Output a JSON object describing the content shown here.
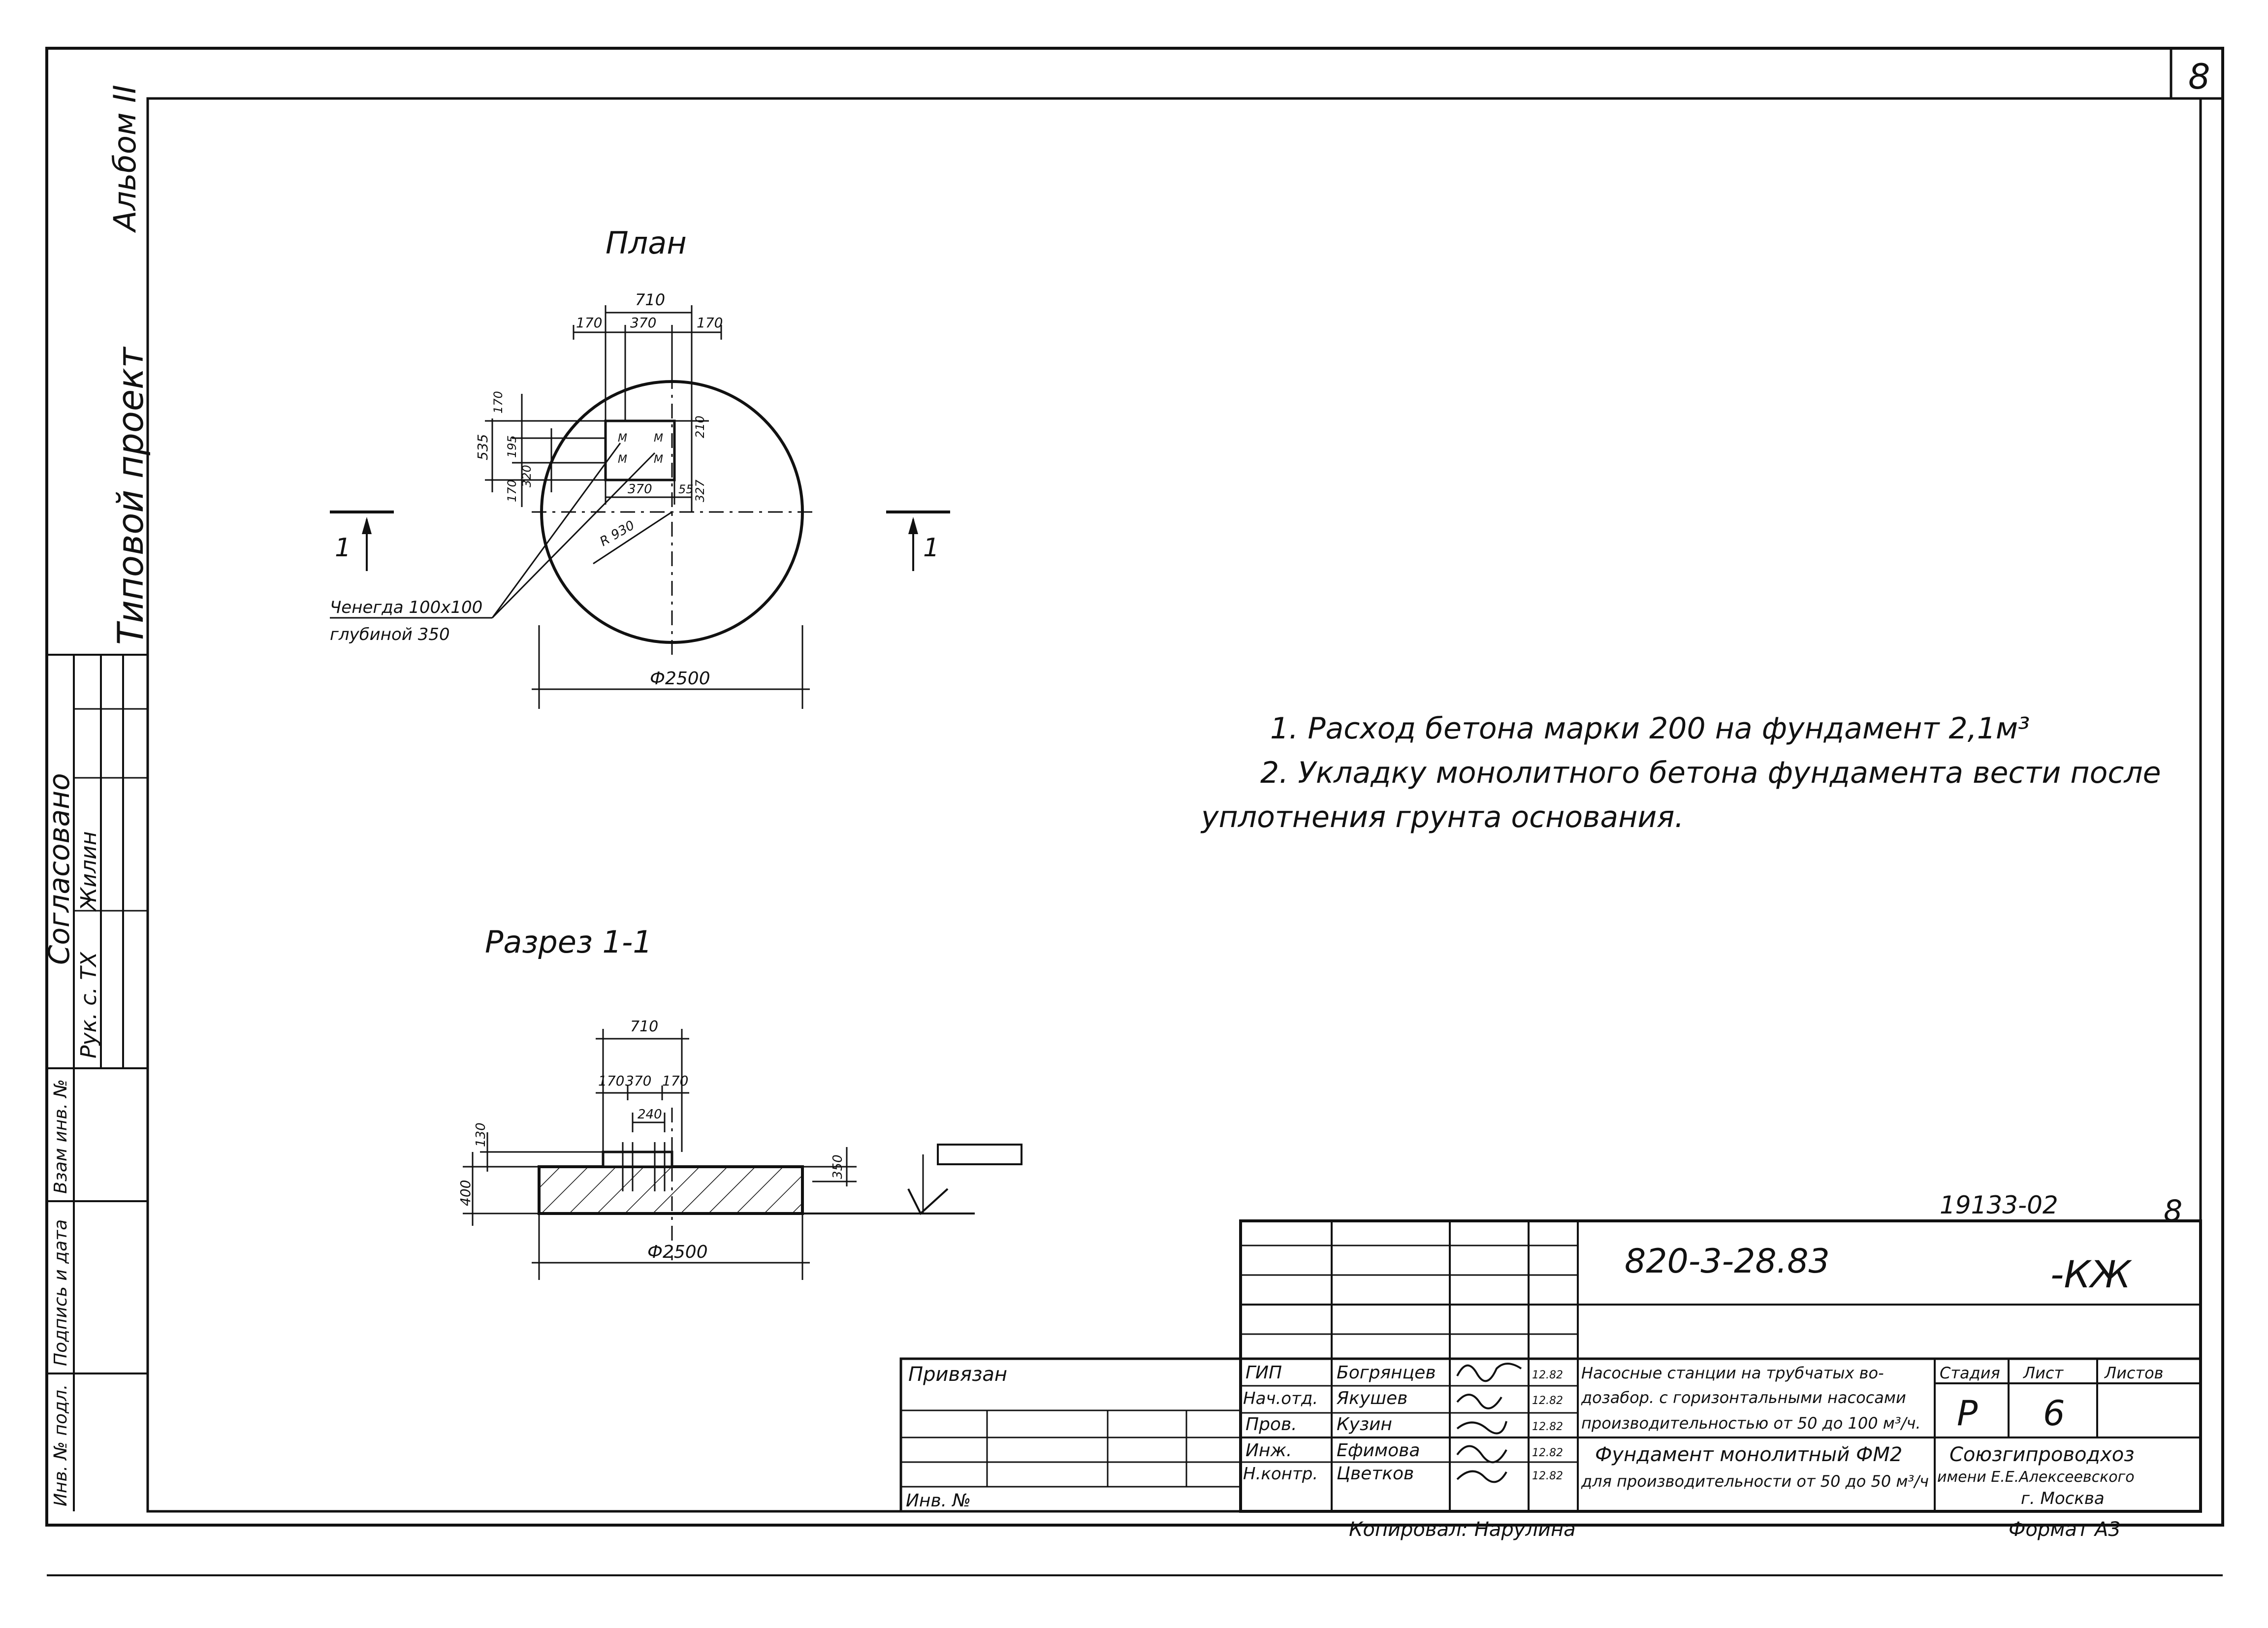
{
  "sheet": {
    "number": "8",
    "format": "Формат А3",
    "copied_by": "Копировал: Нарулина"
  },
  "margin": {
    "album": "Альбом II",
    "project": "Типовой проект",
    "agreed": "Согласовано",
    "agreed_role": "Рук. с. ТХ",
    "agreed_name": "Жилин",
    "inv_no_orig": "Инв. № подл.",
    "sign_date": "Подпись и дата",
    "inv_no_repl": "Взам инв. №"
  },
  "plan": {
    "title": "План",
    "dims": {
      "top_total": "710",
      "top_left": "170",
      "top_mid": "370",
      "top_right": "170",
      "left_535": "535",
      "left_170a": "170",
      "left_195": "195",
      "left_170b": "170",
      "left_320": "320",
      "right_210": "210",
      "right_327": "327",
      "bottom_370": "370",
      "bottom_55": "55",
      "radius": "R 930",
      "diameter": "Ф2500"
    },
    "bolt_labels": [
      "M",
      "M",
      "M",
      "M"
    ],
    "cut_label": "1",
    "callout": [
      "Ченегда 100х100",
      "глубиной 350"
    ]
  },
  "section": {
    "title": "Разрез 1-1",
    "dims": {
      "total": "710",
      "left": "170",
      "mid": "370",
      "right": "170",
      "bolt": "240",
      "h400": "400",
      "h130": "130",
      "h350": "350",
      "diameter": "Ф2500"
    }
  },
  "notes": [
    "1. Расход бетона марки 200 на фундамент 2,1м³",
    "2. Укладку монолитного бетона фундамента вести после",
    "уплотнения грунта основания."
  ],
  "titleblock": {
    "order_no": "19133-02",
    "order_sheet": "8",
    "doc_code": "820-3-28.83",
    "doc_suffix": "-КЖ",
    "bound": "Привязан",
    "inv_no": "Инв. №",
    "rows": [
      {
        "role": "ГИП",
        "name": "Богрянцев",
        "date": "12.82"
      },
      {
        "role": "Нач.отд.",
        "name": "Якушев",
        "date": "12.82"
      },
      {
        "role": "Пров.",
        "name": "Кузин",
        "date": "12.82"
      },
      {
        "role": "Инж.",
        "name": "Ефимова",
        "date": "12.82"
      },
      {
        "role": "Н.контр.",
        "name": "Цветков",
        "date": "12.82"
      }
    ],
    "project_title": [
      "Насосные станции на трубчатых во-",
      "дозабор. с горизонтальными насосами",
      "производительностью от 50 до 100 м³/ч."
    ],
    "drawing_title": [
      "Фундамент монолитный ФМ2",
      "для производительности от 50 до 50 м³/ч"
    ],
    "stage_label": "Стадия",
    "sheet_label": "Лист",
    "sheets_label": "Листов",
    "stage": "Р",
    "sheet": "6",
    "org": [
      "Союзгипроводхоз",
      "имени Е.Е.Алексеевского",
      "г. Москва"
    ]
  }
}
